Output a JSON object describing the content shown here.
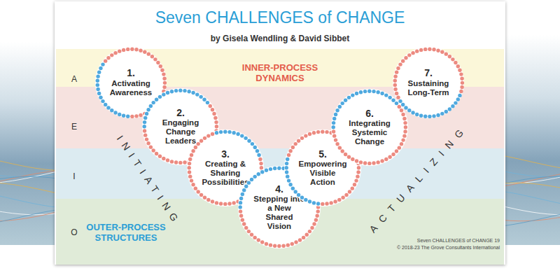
{
  "diagram": {
    "title": "Seven CHALLENGES of CHANGE",
    "nodes": [
      {
        "text": [
          "1.",
          "Activating Awareness"
        ]
      },
      {
        "text": [
          "2.",
          "Engaging Change Leaders"
        ]
      },
      {
        "text": [
          "3.",
          "Creating & Sharing Possibilities"
        ]
      },
      {
        "text": [
          "4.",
          "Stepping into a New Shared Vision"
        ]
      },
      {
        "text": [
          "5.",
          "Empowering Visible Action"
        ]
      },
      {
        "text": [
          "6.",
          "Integrating Systemic Change"
        ]
      },
      {
        "text": [
          "7.",
          "Sustaining Long-Term"
        ]
      }
    ],
    "labels": [
      "by Gisela Wendling & David Sibbet",
      "A",
      "E",
      "I",
      "O",
      "INNER-PROCESS DYNAMICS",
      "OUTER-PROCESS STRUCTURES",
      "INITIATING",
      "ACTUALIZING",
      "Seven CHALLENGES of CHANGE 19",
      "© 2018-23 The Grove Consultants International"
    ]
  }
}
